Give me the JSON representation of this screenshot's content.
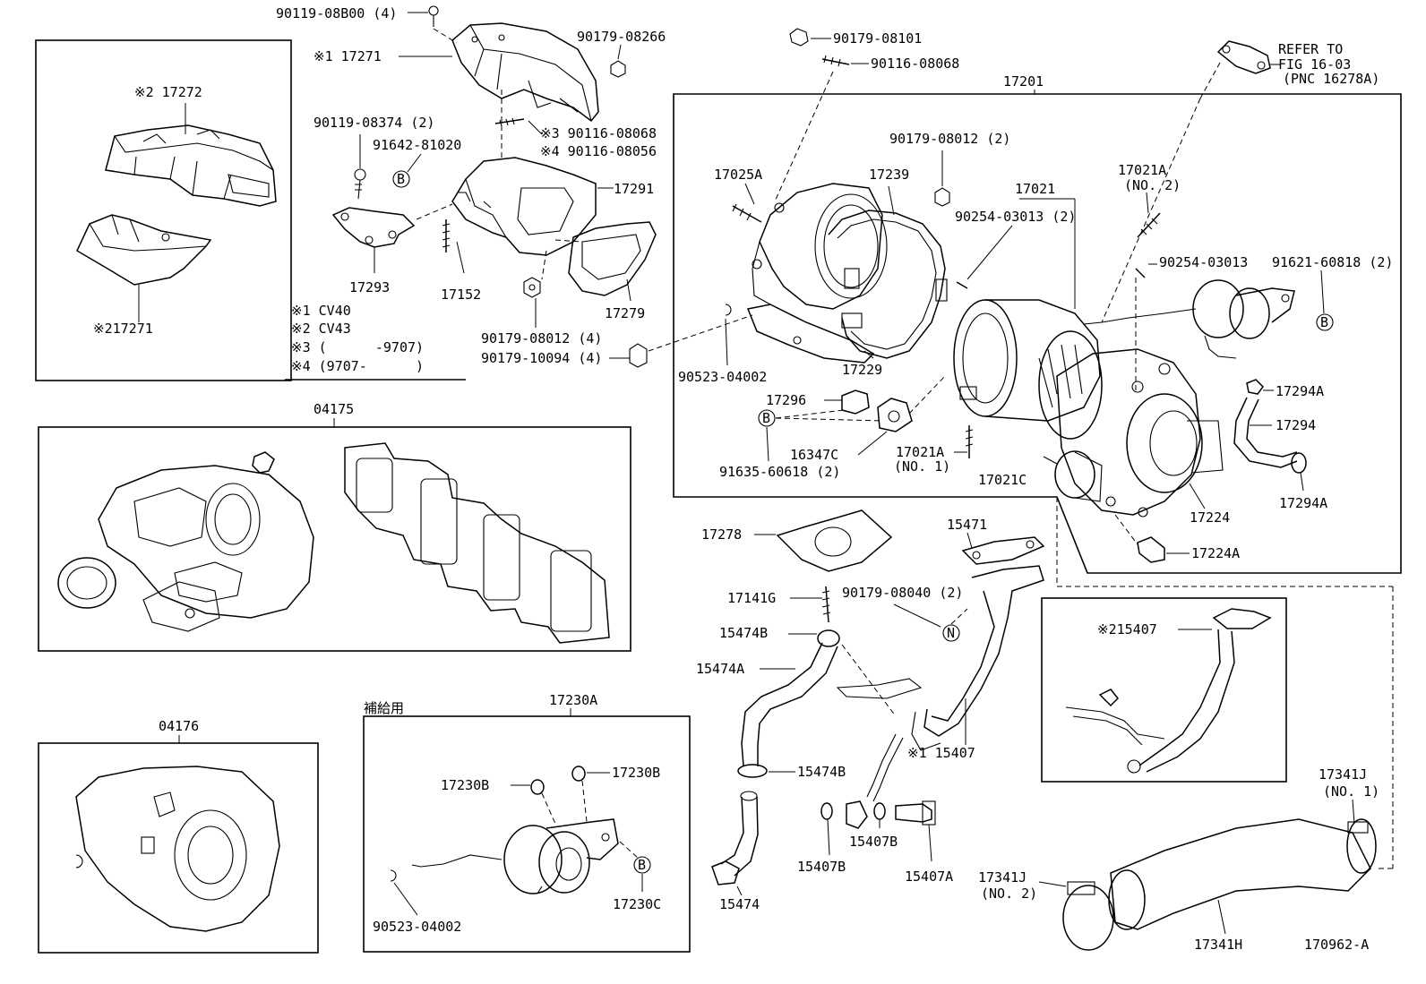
{
  "labels": {
    "p_90119_08B00": "90119-08B00 (4)",
    "p_90179_08266": "90179-08266",
    "p_x1_17271": "※1 17271",
    "p_x2_17272": "※2 17272",
    "p_x2_17271": "※217271",
    "p_90119_08374": "90119-08374 (2)",
    "p_91642_81020": "91642-81020",
    "p_x3_90116_08068": "※3 90116-08068",
    "p_x4_90116_08056": "※4 90116-08056",
    "p_17291": "17291",
    "p_17293": "17293",
    "p_17152": "17152",
    "p_17279": "17279",
    "p_90179_08012_4": "90179-08012 (4)",
    "p_90179_10094_4": "90179-10094 (4)",
    "p_90179_08101": "90179-08101",
    "p_90116_08068": "90116-08068",
    "p_refer1": "REFER TO",
    "p_refer2": "FIG 16-03",
    "p_refer3": "(PNC 16278A)",
    "p_17201": "17201",
    "p_90179_08012_2": "90179-08012 (2)",
    "p_17025A": "17025A",
    "p_17239": "17239",
    "p_17021": "17021",
    "p_17021A_no2_a": "17021A",
    "p_17021A_no2_b": "(NO. 2)",
    "p_90254_03013_2": "90254-03013 (2)",
    "p_90254_03013": "90254-03013",
    "p_91621_60818": "91621-60818 (2)",
    "p_90523_04002_top": "90523-04002",
    "p_17229": "17229",
    "p_17294A_top": "17294A",
    "p_17296": "17296",
    "p_17294": "17294",
    "p_16347C": "16347C",
    "p_17021A_no1_a": "17021A",
    "p_17021A_no1_b": "(NO. 1)",
    "p_91635_60618": "91635-60618 (2)",
    "p_17021C": "17021C",
    "p_17224": "17224",
    "p_17294A_bot": "17294A",
    "p_17224A": "17224A",
    "p_04175": "04175",
    "p_17278": "17278",
    "p_15471": "15471",
    "p_17141G": "17141G",
    "p_90179_08040": "90179-08040 (2)",
    "p_15474B_top": "15474B",
    "p_15474A": "15474A",
    "p_x2_15407": "※215407",
    "p_x1_15407": "※1 15407",
    "p_15474B_bot": "15474B",
    "p_04176": "04176",
    "p_17230A": "17230A",
    "p_hokyu": "補給用",
    "p_17230B_l": "17230B",
    "p_17230B_r": "17230B",
    "p_17230C": "17230C",
    "p_90523_04002_bot": "90523-04002",
    "p_15474": "15474",
    "p_15407B_l": "15407B",
    "p_15407B_r": "15407B",
    "p_15407A": "15407A",
    "p_17341J_no1_a": "17341J",
    "p_17341J_no1_b": "(NO. 1)",
    "p_17341J_no2_a": "17341J",
    "p_17341J_no2_b": "(NO. 2)",
    "p_17341H": "17341H",
    "p_fig_id": "170962-A"
  },
  "legend": {
    "n1": "※1 CV40",
    "n2": "※2 CV43",
    "n3": "※3 (      -9707)",
    "n4": "※4 (9707-      )"
  },
  "callouts": {
    "B": "B",
    "N": "N"
  }
}
